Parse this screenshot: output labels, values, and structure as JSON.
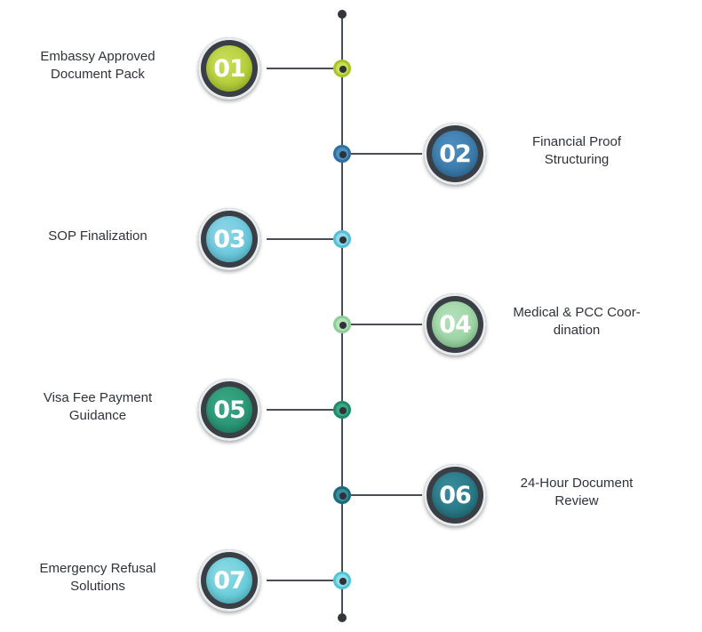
{
  "steps": [
    {
      "number": "01",
      "label": "Embassy Approved\nDocument Pack",
      "side": "left",
      "color": "#a6c425",
      "ring": "#c9dd5a"
    },
    {
      "number": "02",
      "label": "Financial Proof\nStructuring",
      "side": "right",
      "color": "#2f6f9f",
      "ring": "#4d8fbf"
    },
    {
      "number": "03",
      "label": "SOP Finalization",
      "side": "left",
      "color": "#52bfd6",
      "ring": "#8fd6e6"
    },
    {
      "number": "04",
      "label": "Medical & PCC Coor-\ndination",
      "side": "right",
      "color": "#8ccf96",
      "ring": "#b4e0ba"
    },
    {
      "number": "05",
      "label": "Visa Fee Payment\nGuidance",
      "side": "left",
      "color": "#1f8a6a",
      "ring": "#3aa884"
    },
    {
      "number": "06",
      "label": "24-Hour Document\nReview",
      "side": "right",
      "color": "#1c6a78",
      "ring": "#3a8d9b"
    },
    {
      "number": "07",
      "label": "Emergency Refusal\nSolutions",
      "side": "left",
      "color": "#4fc4d3",
      "ring": "#8edbe5"
    }
  ]
}
